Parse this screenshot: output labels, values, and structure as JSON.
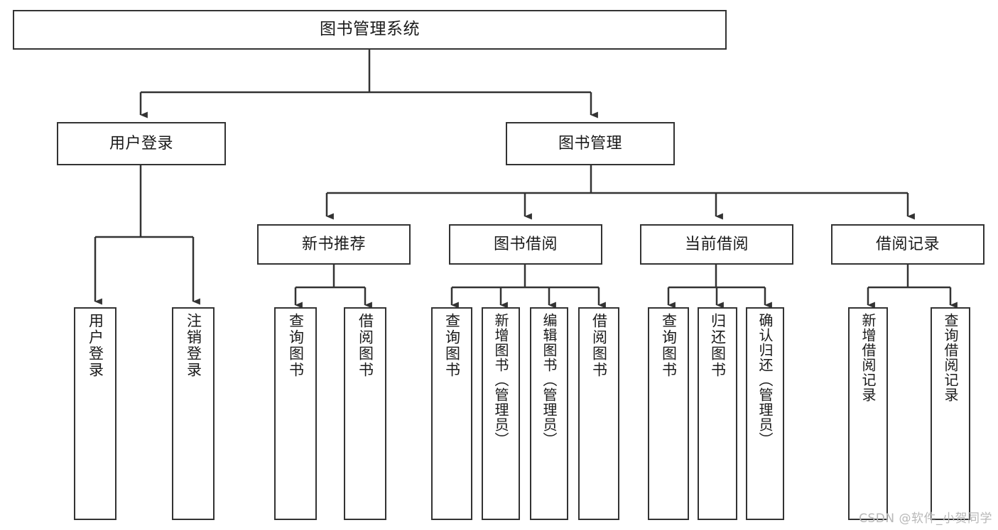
{
  "diagram": {
    "title": "图书管理系统",
    "type": "tree-hierarchy",
    "watermark": "CSDN @软件_小贺同学",
    "colors": {
      "stroke": "#333333",
      "node_fill": "#ffffff",
      "text": "#1a1a1a",
      "watermark": "#b8b8b8",
      "background": "#ffffff"
    }
  },
  "nodes": {
    "root": {
      "label": "图书管理系统"
    },
    "level1": [
      {
        "id": "user-login",
        "label": "用户登录"
      },
      {
        "id": "book-manage",
        "label": "图书管理"
      }
    ],
    "level2": [
      {
        "id": "new-book-recommend",
        "label": "新书推荐"
      },
      {
        "id": "book-borrow",
        "label": "图书借阅"
      },
      {
        "id": "current-borrow",
        "label": "当前借阅"
      },
      {
        "id": "borrow-record",
        "label": "借阅记录"
      }
    ],
    "leaves": {
      "user_login": [
        {
          "id": "leaf-user-login",
          "label": "用户登录"
        },
        {
          "id": "leaf-logout",
          "label": "注销登录"
        }
      ],
      "new_book_recommend": [
        {
          "id": "leaf-query-book-1",
          "label": "查询图书"
        },
        {
          "id": "leaf-borrow-book-1",
          "label": "借阅图书"
        }
      ],
      "book_borrow": [
        {
          "id": "leaf-query-book-2",
          "label": "查询图书"
        },
        {
          "id": "leaf-add-book",
          "label": "新增图书（管理员）"
        },
        {
          "id": "leaf-edit-book",
          "label": "编辑图书（管理员）"
        },
        {
          "id": "leaf-borrow-book-2",
          "label": "借阅图书"
        }
      ],
      "current_borrow": [
        {
          "id": "leaf-query-book-3",
          "label": "查询图书"
        },
        {
          "id": "leaf-return-book",
          "label": "归还图书"
        },
        {
          "id": "leaf-confirm-return",
          "label": "确认归还（管理员）"
        }
      ],
      "borrow_record": [
        {
          "id": "leaf-add-record",
          "label": "新增借阅记录"
        },
        {
          "id": "leaf-query-record",
          "label": "查询借阅记录"
        }
      ]
    }
  },
  "edges": [
    {
      "from": "图书管理系统",
      "to": "用户登录"
    },
    {
      "from": "图书管理系统",
      "to": "图书管理"
    },
    {
      "from": "用户登录",
      "to": "用户登录"
    },
    {
      "from": "用户登录",
      "to": "注销登录"
    },
    {
      "from": "图书管理",
      "to": "新书推荐"
    },
    {
      "from": "图书管理",
      "to": "图书借阅"
    },
    {
      "from": "图书管理",
      "to": "当前借阅"
    },
    {
      "from": "图书管理",
      "to": "借阅记录"
    },
    {
      "from": "新书推荐",
      "to": "查询图书"
    },
    {
      "from": "新书推荐",
      "to": "借阅图书"
    },
    {
      "from": "图书借阅",
      "to": "查询图书"
    },
    {
      "from": "图书借阅",
      "to": "新增图书（管理员）"
    },
    {
      "from": "图书借阅",
      "to": "编辑图书（管理员）"
    },
    {
      "from": "图书借阅",
      "to": "借阅图书"
    },
    {
      "from": "当前借阅",
      "to": "查询图书"
    },
    {
      "from": "当前借阅",
      "to": "归还图书"
    },
    {
      "from": "当前借阅",
      "to": "确认归还（管理员）"
    },
    {
      "from": "借阅记录",
      "to": "新增借阅记录"
    },
    {
      "from": "借阅记录",
      "to": "查询借阅记录"
    }
  ]
}
